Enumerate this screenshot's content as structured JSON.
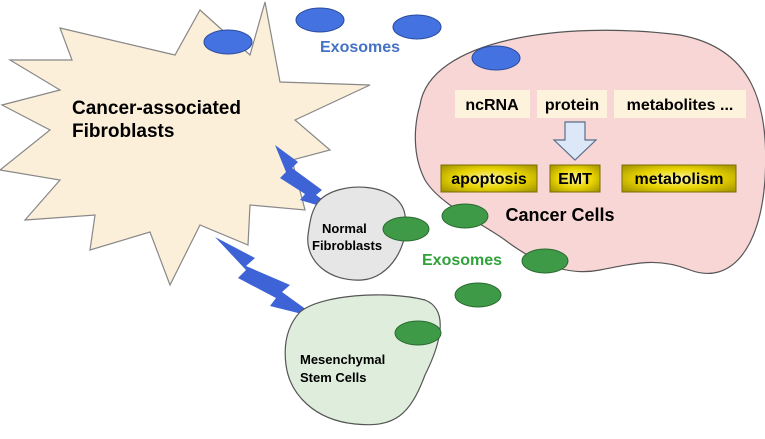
{
  "cells": {
    "caf": "Cancer-associated Fibroblasts",
    "caf_lines": [
      "Cancer-associated",
      "Fibroblasts"
    ],
    "normal_fibroblasts_lines": [
      "Normal",
      "Fibroblasts"
    ],
    "msc_lines": [
      "Mesenchymal",
      "Stem Cells"
    ],
    "cancer_cells": "Cancer Cells"
  },
  "exosomes": {
    "top_label": "Exosomes",
    "bottom_label": "Exosomes"
  },
  "cargo": [
    "ncRNA",
    "protein",
    "metabolites ..."
  ],
  "effects": [
    "apoptosis",
    "EMT",
    "metabolism"
  ],
  "colors": {
    "caf_fill": "#fbefd9",
    "cancer_fill": "#f8d6d6",
    "normal_fill": "#e6e6e6",
    "msc_fill": "#dfeedc",
    "blue_exosome": "#4472e0",
    "green_exosome": "#3e9a46",
    "blue_label": "#4472c4",
    "green_label": "#2fa23a",
    "lightning": "#3d63d6",
    "cargo_fill": "#fdf2dc",
    "effect_fill": "#e0d000",
    "arrow_fill": "#dce8f8"
  }
}
